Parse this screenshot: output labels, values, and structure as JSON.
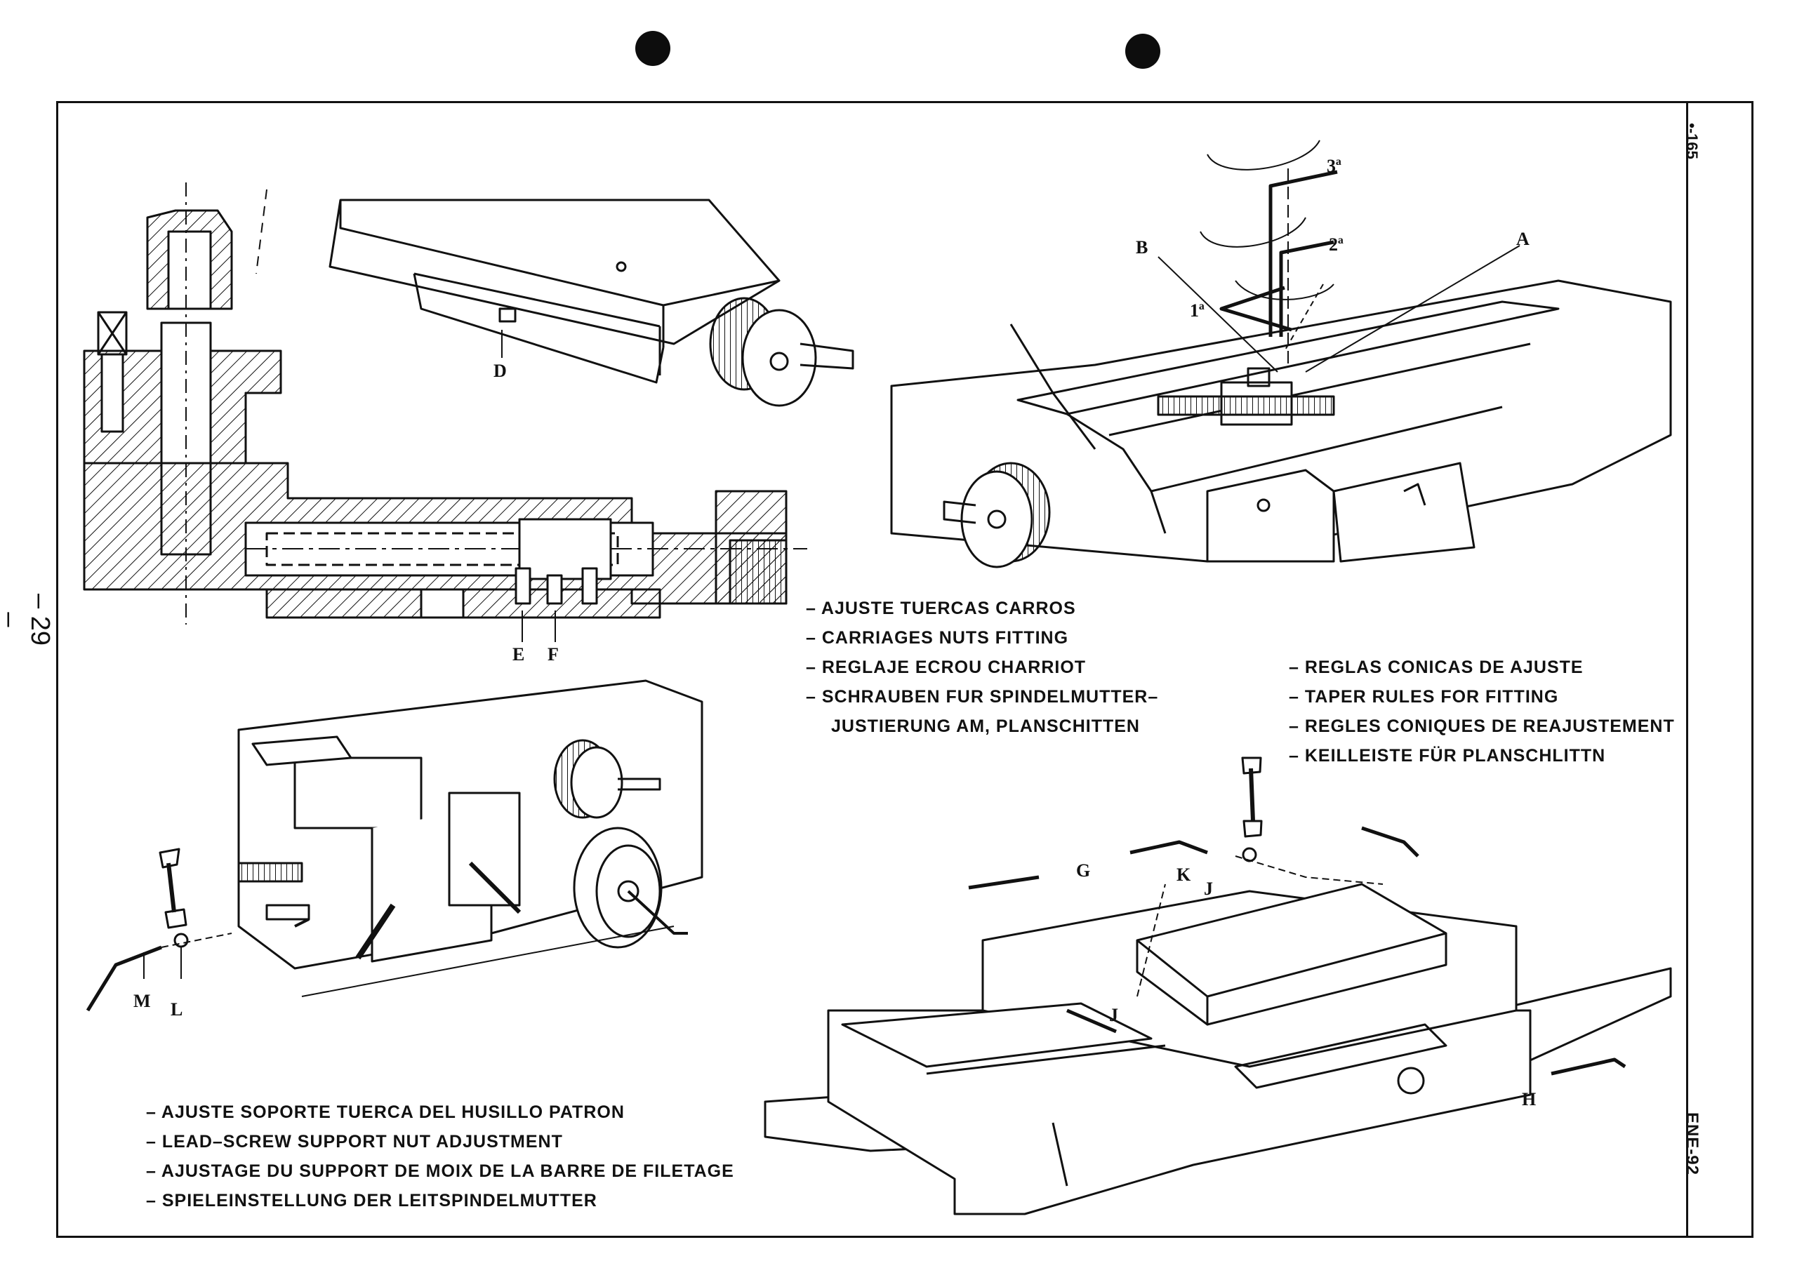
{
  "page": {
    "page_number": "– 29 –",
    "sheet_number": "•-165",
    "document_ref": "ENE-92"
  },
  "captions": {
    "carriage_nuts": [
      "– AJUSTE TUERCAS CARROS",
      "– CARRIAGES NUTS FITTING",
      "– REGLAJE ECROU CHARRIOT",
      "– SCHRAUBEN FUR SPINDELMUTTER–",
      "JUSTIERUNG AM, PLANSCHITTEN"
    ],
    "taper_rules": [
      "– REGLAS CONICAS DE AJUSTE",
      "– TAPER RULES FOR FITTING",
      "– REGLES CONIQUES DE REAJUSTEMENT",
      "– KEILLEISTE FÜR PLANSCHLITTN"
    ],
    "lead_screw": [
      "– AJUSTE SOPORTE TUERCA DEL HUSILLO PATRON",
      "– LEAD–SCREW SUPPORT NUT ADJUSTMENT",
      "– AJUSTAGE DU SUPPORT DE MOIX DE LA BARRE DE FILETAGE",
      "– SPIELEINSTELLUNG DER LEITSPINDELMUTTER"
    ]
  },
  "labels": {
    "A": "A",
    "B": "B",
    "D": "D",
    "E": "E",
    "F": "F",
    "G": "G",
    "H": "H",
    "J1": "J",
    "J2": "J",
    "K": "K",
    "L": "L",
    "M": "M",
    "step1": "1ª",
    "step2": "2ª",
    "step3": "3ª"
  }
}
